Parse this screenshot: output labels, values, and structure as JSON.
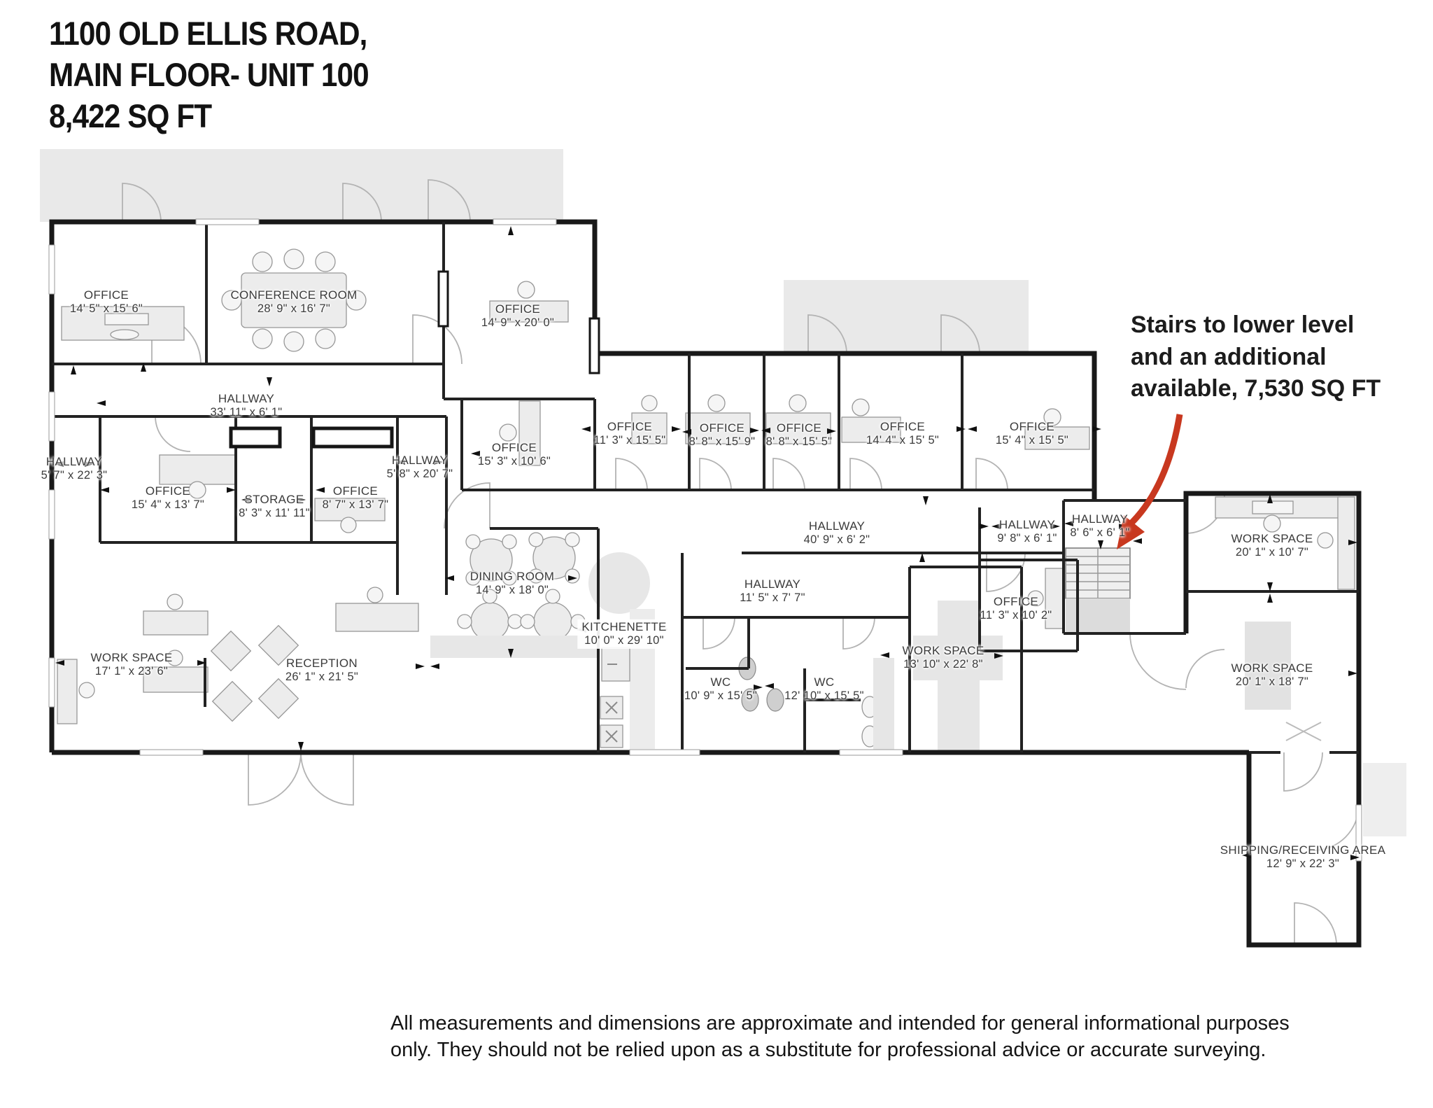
{
  "title": {
    "line1": "1100 OLD ELLIS ROAD,",
    "line2": "MAIN FLOOR- UNIT 100",
    "line3": "8,422 SQ FT"
  },
  "annotation": {
    "line1": "Stairs to lower level",
    "line2": "and an additional",
    "line3": "available, 7,530 SQ FT"
  },
  "disclaimer": {
    "line1": "All measurements and dimensions are approximate and intended for general informational purposes",
    "line2": "only. They should not be relied upon as a substitute for professional advice or accurate surveying."
  },
  "rooms": [
    {
      "name": "OFFICE",
      "dims": "14' 5\" x 15' 6\""
    },
    {
      "name": "CONFERENCE ROOM",
      "dims": "28' 9\" x 16' 7\""
    },
    {
      "name": "OFFICE",
      "dims": "14' 9\" x 20' 0\""
    },
    {
      "name": "HALLWAY",
      "dims": "33' 11\" x 6' 1\""
    },
    {
      "name": "HALLWAY",
      "dims": "5' 7\" x 22' 3\""
    },
    {
      "name": "OFFICE",
      "dims": "15' 4\" x 13' 7\""
    },
    {
      "name": "STORAGE",
      "dims": "8' 3\" x 11' 11\""
    },
    {
      "name": "OFFICE",
      "dims": "8' 7\" x 13' 7\""
    },
    {
      "name": "HALLWAY",
      "dims": "5' 8\" x 20' 7\""
    },
    {
      "name": "OFFICE",
      "dims": "15' 3\" x 10' 6\""
    },
    {
      "name": "OFFICE",
      "dims": "11' 3\" x 15' 5\""
    },
    {
      "name": "OFFICE",
      "dims": "8' 8\" x 15' 9\""
    },
    {
      "name": "OFFICE",
      "dims": "8' 8\" x 15' 5\""
    },
    {
      "name": "OFFICE",
      "dims": "14' 4\" x 15' 5\""
    },
    {
      "name": "OFFICE",
      "dims": "15' 4\" x 15' 5\""
    },
    {
      "name": "HALLWAY",
      "dims": "40' 9\" x 6' 2\""
    },
    {
      "name": "HALLWAY",
      "dims": "9' 8\" x 6' 1\""
    },
    {
      "name": "HALLWAY",
      "dims": "8' 6\" x 6' 1\""
    },
    {
      "name": "OFFICE",
      "dims": "11' 3\" x 10' 2\""
    },
    {
      "name": "WORK SPACE",
      "dims": "20' 1\" x 10' 7\""
    },
    {
      "name": "DINING ROOM",
      "dims": "14' 9\" x 18' 0\""
    },
    {
      "name": "KITCHENETTE",
      "dims": "10' 0\" x 29' 10\""
    },
    {
      "name": "HALLWAY",
      "dims": "11' 5\" x 7' 7\""
    },
    {
      "name": "WC",
      "dims": "10' 9\" x 15' 5\""
    },
    {
      "name": "WC",
      "dims": "12' 10\" x 15' 5\""
    },
    {
      "name": "WORK SPACE",
      "dims": "13' 10\" x 22' 8\""
    },
    {
      "name": "WORK SPACE",
      "dims": "17' 1\" x 23' 6\""
    },
    {
      "name": "RECEPTION",
      "dims": "26' 1\" x 21' 5\""
    },
    {
      "name": "WORK SPACE",
      "dims": "20' 1\" x 18' 7\""
    },
    {
      "name": "SHIPPING/RECEIVING AREA",
      "dims": "12' 9\" x 22' 3\""
    }
  ],
  "colors": {
    "wall": "#191919",
    "exterior_area": "#e9e9e9",
    "furniture": "#ececec",
    "arrow_red": "#c8381f"
  }
}
